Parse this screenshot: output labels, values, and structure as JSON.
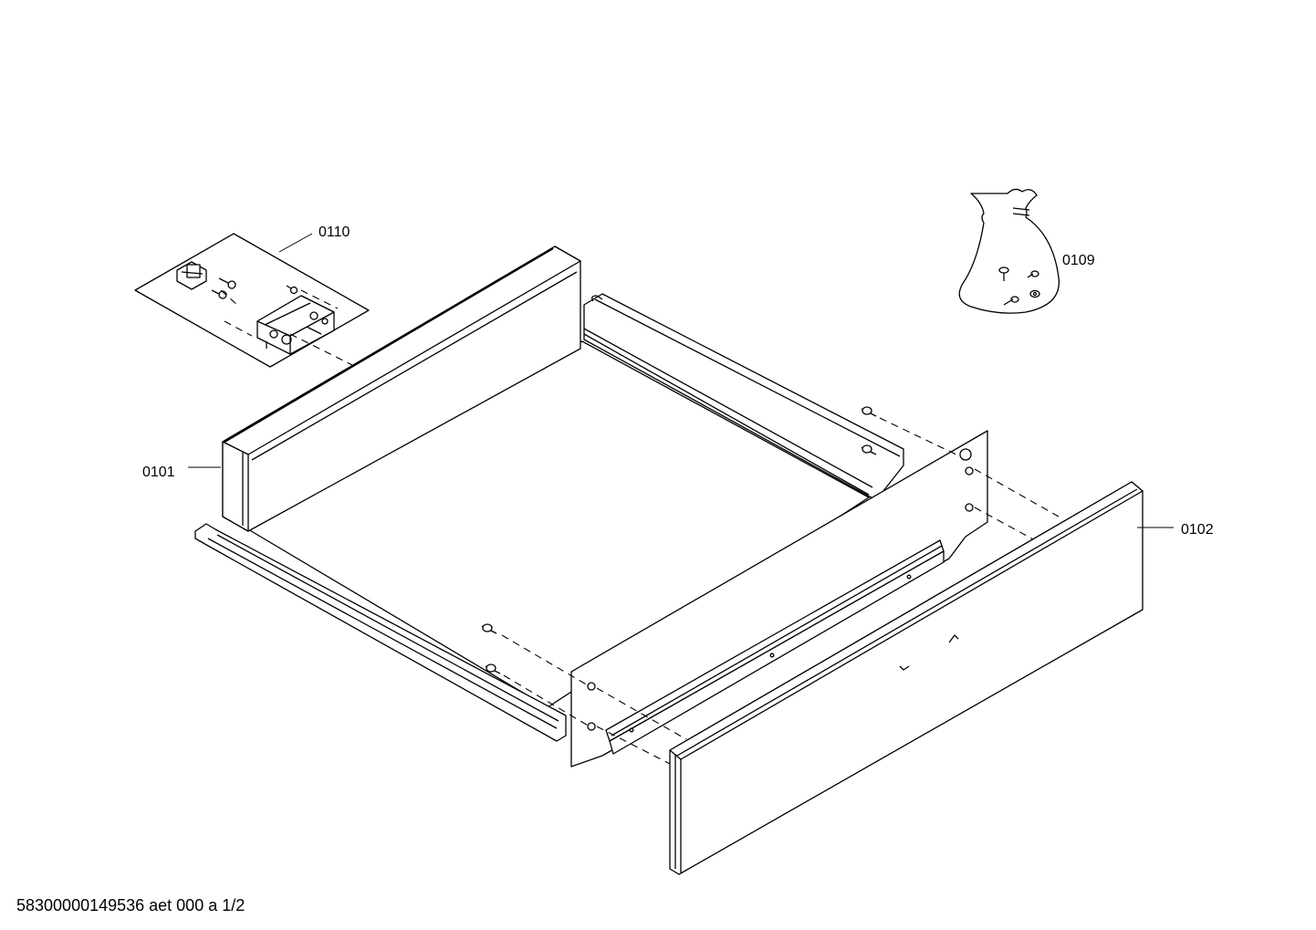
{
  "callouts": {
    "c0110": "0110",
    "c0109": "0109",
    "c0101": "0101",
    "c0102": "0102"
  },
  "footer": {
    "document_code": "58300000149536 aet 000 a 1/2"
  }
}
